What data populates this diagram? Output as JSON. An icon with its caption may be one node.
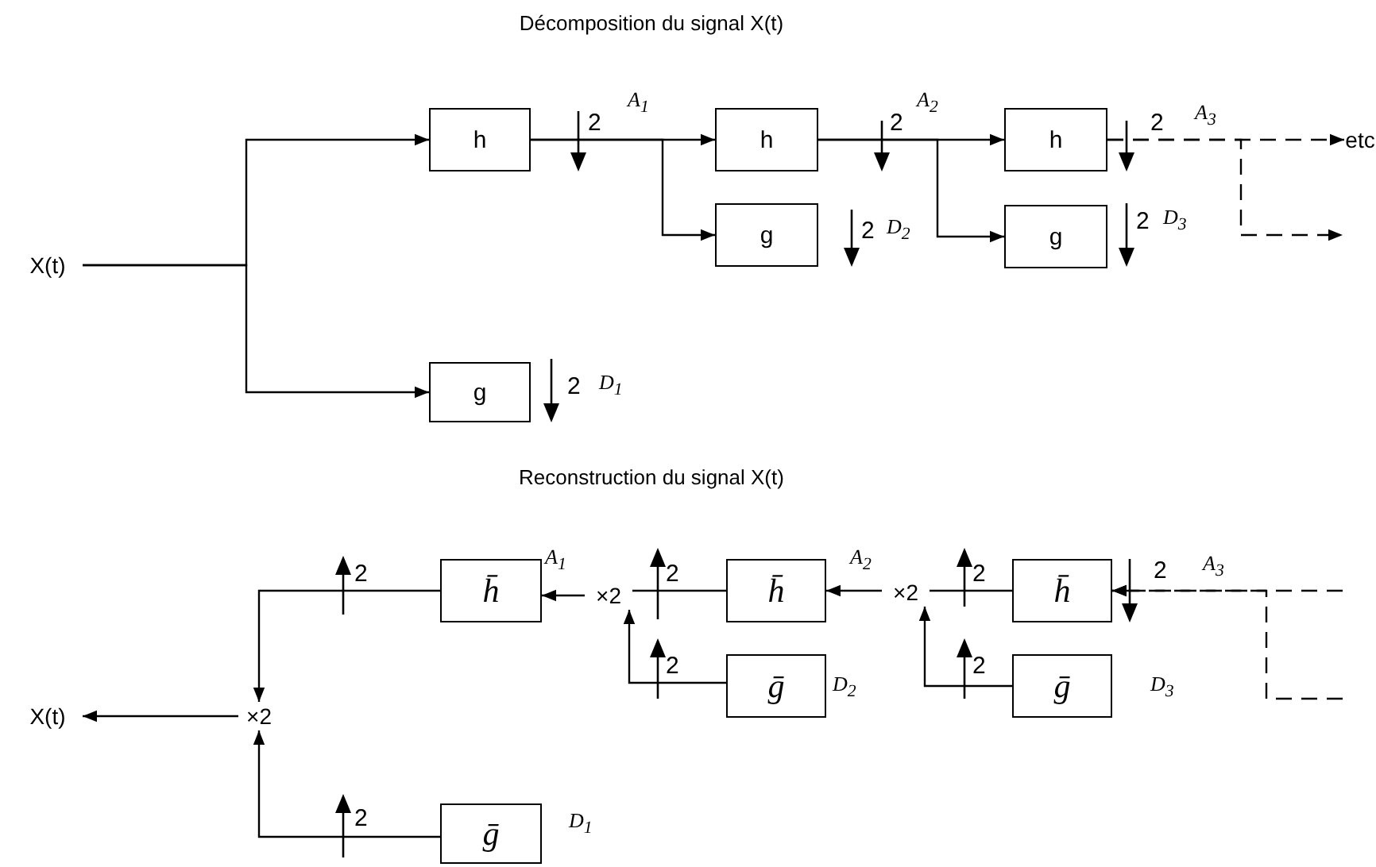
{
  "diagram": {
    "nodes": [
      {
        "text": [
          "X(t)"
        ]
      },
      {
        "text": [
          "h"
        ]
      },
      {
        "text": [
          "g"
        ]
      },
      {
        "text": [
          "h"
        ]
      },
      {
        "text": [
          "g"
        ]
      },
      {
        "text": [
          "h"
        ]
      },
      {
        "text": [
          "g"
        ]
      },
      {
        "text": [
          "etc"
        ]
      },
      {
        "text": [
          "X(t)"
        ]
      },
      {
        "text": [
          "×2"
        ]
      },
      {
        "text": [
          "h̄"
        ]
      },
      {
        "text": [
          "ḡ"
        ]
      },
      {
        "text": [
          "×2"
        ]
      },
      {
        "text": [
          "h̄"
        ]
      },
      {
        "text": [
          "ḡ"
        ]
      },
      {
        "text": [
          "×2"
        ]
      },
      {
        "text": [
          "h̄"
        ]
      },
      {
        "text": [
          "ḡ"
        ]
      }
    ],
    "edges": [
      {
        "from": 0,
        "to": 1,
        "arrow": "to"
      },
      {
        "from": 0,
        "to": 2,
        "arrow": "to"
      },
      {
        "from": 1,
        "to": 3,
        "arrow": "to"
      },
      {
        "from": 1,
        "to": 4,
        "arrow": "to"
      },
      {
        "from": 3,
        "to": 5,
        "arrow": "to"
      },
      {
        "from": 3,
        "to": 6,
        "arrow": "to"
      },
      {
        "from": 5,
        "to": 7,
        "arrow": "to",
        "style": "dashed"
      },
      {
        "from": 5,
        "to": null,
        "arrow": "to",
        "style": "dashed"
      },
      {
        "from": 9,
        "to": 8,
        "arrow": "to"
      },
      {
        "from": 10,
        "to": 9,
        "arrow": "to"
      },
      {
        "from": 11,
        "to": 9,
        "arrow": "to"
      },
      {
        "from": 12,
        "to": 10,
        "arrow": "to"
      },
      {
        "from": 13,
        "to": 12,
        "arrow": "none"
      },
      {
        "from": 14,
        "to": 12,
        "arrow": "to"
      },
      {
        "from": 15,
        "to": 13,
        "arrow": "to"
      },
      {
        "from": 16,
        "to": 15,
        "arrow": "none"
      },
      {
        "from": 17,
        "to": 15,
        "arrow": "to"
      },
      {
        "from": null,
        "to": 16,
        "arrow": "to",
        "style": "dashed"
      },
      {
        "from": null,
        "to": 16,
        "arrow": "to",
        "style": "dashed"
      }
    ],
    "labels": [
      "Décomposition du signal X(t)",
      "2",
      "A$_{1}$",
      "2",
      "A$_{2}$",
      "2",
      "A$_{3}$",
      "2",
      "D$_{2}$",
      "2",
      "D$_{3}$",
      "2",
      "D$_{1}$",
      "Reconstruction du signal X(t)",
      "2",
      "A$_{1}$",
      "2",
      "A$_{2}$",
      "2",
      "2",
      "A$_{3}$",
      "2",
      "D$_{2}$",
      "2",
      "D$_{3}$",
      "2",
      "D$_{1}$"
    ]
  }
}
